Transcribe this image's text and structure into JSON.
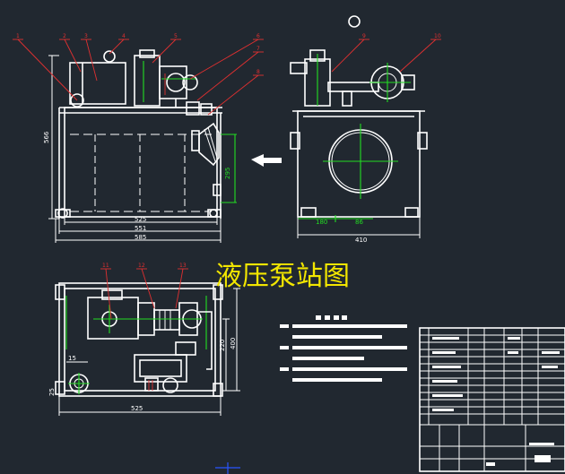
{
  "title": "液压泵站图",
  "callouts": {
    "c1": "1",
    "c2": "2",
    "c3": "3",
    "c4": "4",
    "c5": "5",
    "c6": "6",
    "c7": "7",
    "c8": "8",
    "c9": "9",
    "c10": "10",
    "c11": "11",
    "c12": "12",
    "c13": "13"
  },
  "dimensions": {
    "front_height": "566",
    "front_width_1": "525",
    "front_width_2": "551",
    "front_width_3": "585",
    "front_right": "295",
    "side_width_1": "180",
    "side_width_2": "86",
    "side_width_3": "410",
    "top_width": "525",
    "top_offset": "15",
    "top_offset_side": "25",
    "top_height_1": "220",
    "top_height_2": "400"
  },
  "colors": {
    "background": "#212830",
    "line": "#ffffff",
    "center_line": "#22dd22",
    "leader": "#e03030",
    "title": "#f2e600"
  }
}
